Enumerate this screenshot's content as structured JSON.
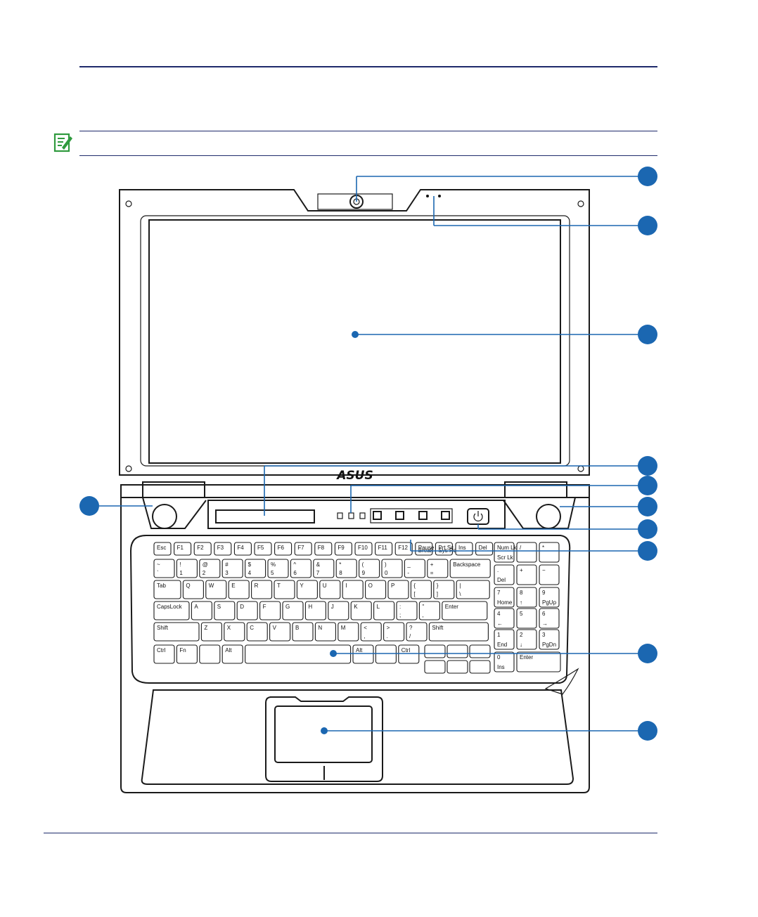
{
  "brand": {
    "logo_text": "ASUS"
  },
  "colors": {
    "accent": "#1b67b1",
    "rule": "#1e2a6b",
    "note": "#2f9a3e"
  },
  "icons": {
    "note": "note-pencil-icon",
    "power": "power-icon"
  },
  "keyboard": {
    "rows": [
      [
        {
          "l": "Esc"
        },
        {
          "l": "F1"
        },
        {
          "l": "F2"
        },
        {
          "l": "F3"
        },
        {
          "l": "F4"
        },
        {
          "l": "F5"
        },
        {
          "l": "F6"
        },
        {
          "l": "F7"
        },
        {
          "l": "F8"
        },
        {
          "l": "F9"
        },
        {
          "l": "F10"
        },
        {
          "l": "F11"
        },
        {
          "l": "F12"
        },
        {
          "l": "Pause",
          "s": "Break"
        },
        {
          "l": "Prt Sc",
          "s": "Sys Rq"
        },
        {
          "l": "Ins"
        },
        {
          "l": "Del"
        }
      ],
      [
        {
          "l": "~",
          "s": "`"
        },
        {
          "l": "!",
          "s": "1"
        },
        {
          "l": "@",
          "s": "2"
        },
        {
          "l": "#",
          "s": "3"
        },
        {
          "l": "$",
          "s": "4"
        },
        {
          "l": "%",
          "s": "5"
        },
        {
          "l": "^",
          "s": "6"
        },
        {
          "l": "&",
          "s": "7"
        },
        {
          "l": "*",
          "s": "8"
        },
        {
          "l": "(",
          "s": "9"
        },
        {
          "l": ")",
          "s": "0"
        },
        {
          "l": "_",
          "s": "-"
        },
        {
          "l": "+",
          "s": "="
        },
        {
          "l": "Backspace"
        }
      ],
      [
        {
          "l": "Tab"
        },
        {
          "l": "Q"
        },
        {
          "l": "W"
        },
        {
          "l": "E"
        },
        {
          "l": "R"
        },
        {
          "l": "T"
        },
        {
          "l": "Y"
        },
        {
          "l": "U"
        },
        {
          "l": "I"
        },
        {
          "l": "O"
        },
        {
          "l": "P"
        },
        {
          "l": "{",
          "s": "["
        },
        {
          "l": "}",
          "s": "]"
        },
        {
          "l": "|",
          "s": "\\"
        }
      ],
      [
        {
          "l": "CapsLock"
        },
        {
          "l": "A"
        },
        {
          "l": "S"
        },
        {
          "l": "D"
        },
        {
          "l": "F"
        },
        {
          "l": "G"
        },
        {
          "l": "H"
        },
        {
          "l": "J"
        },
        {
          "l": "K"
        },
        {
          "l": "L"
        },
        {
          "l": ":",
          "s": ";"
        },
        {
          "l": "\"",
          "s": ","
        },
        {
          "l": "Enter"
        }
      ],
      [
        {
          "l": "Shift"
        },
        {
          "l": "Z"
        },
        {
          "l": "X"
        },
        {
          "l": "C"
        },
        {
          "l": "V"
        },
        {
          "l": "B"
        },
        {
          "l": "N"
        },
        {
          "l": "M"
        },
        {
          "l": "<",
          "s": ","
        },
        {
          "l": ">",
          "s": "."
        },
        {
          "l": "?",
          "s": "/"
        },
        {
          "l": "Shift"
        }
      ],
      [
        {
          "l": "Ctrl"
        },
        {
          "l": "Fn"
        },
        {
          "l": ""
        },
        {
          "l": "Alt"
        },
        {
          "l": ""
        },
        {
          "l": "Alt"
        },
        {
          "l": ""
        },
        {
          "l": "Ctrl"
        }
      ]
    ],
    "numpad": [
      [
        {
          "l": "Num Lk",
          "s": "Scr Lk"
        },
        {
          "l": "/"
        },
        {
          "l": "*"
        }
      ],
      [
        {
          "l": ".",
          "s": "Del"
        },
        {
          "l": "+"
        },
        {
          "l": "−"
        }
      ],
      [
        {
          "l": "7",
          "s": "Home"
        },
        {
          "l": "8",
          "s": "↑"
        },
        {
          "l": "9",
          "s": "PgUp"
        }
      ],
      [
        {
          "l": "4",
          "s": "←"
        },
        {
          "l": "5"
        },
        {
          "l": "6",
          "s": "→"
        }
      ],
      [
        {
          "l": "1",
          "s": "End"
        },
        {
          "l": "2",
          "s": "↓"
        },
        {
          "l": "3",
          "s": "PgDn"
        }
      ],
      [
        {
          "l": "0",
          "s": "Ins"
        },
        {
          "l": "Enter"
        }
      ]
    ]
  }
}
